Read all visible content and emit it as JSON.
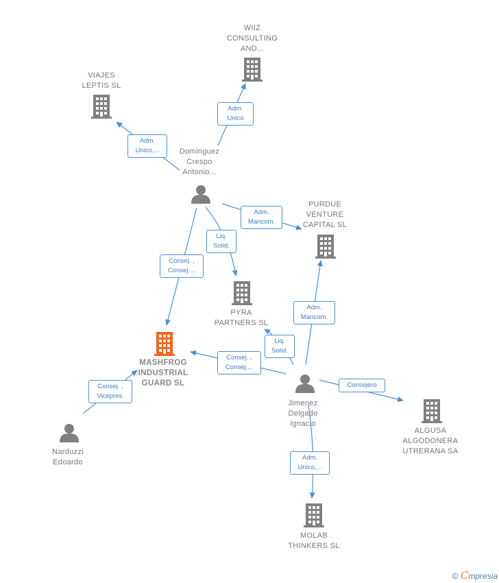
{
  "companies": {
    "wiiz": "WIIZ\nCONSULTING\nAND...",
    "viajes": "VIAJES\nLEPTIS SL",
    "purdue": "PURDUE\nVENTURE\nCAPITAL SL",
    "pyra": "PYRA\nPARTNERS SL",
    "mashfrog": "MASHFROG\nINDUSTRIAL\nGUARD SL",
    "algusa": "ALGUSA\nALGODONERA\nUTRERANA SA",
    "molab": "MOLAB\nTHINKERS SL"
  },
  "people": {
    "dominguez": "Dominguez\nCrespo\nAntonio...",
    "jimenez": "Jimenez\nDelgado\nIgnacio",
    "narduzzi": "Narduzzi\nEdoardo"
  },
  "relations": {
    "dom_wiiz": "Adm.\nUnico",
    "dom_viajes": "Adm.\nUnico,...",
    "dom_purdue": "Adm.\nMancom.",
    "dom_pyra": "Liq.\nSolid.",
    "dom_mash": "Consej. ,\nConsej....",
    "jim_purdue": "Adm.\nMancom.",
    "jim_pyra": "Liq.\nSolid.",
    "jim_mash": "Consej. ,\nConsej....",
    "jim_algusa": "Consejero",
    "jim_molab": "Adm.\nUnico,...",
    "nar_mash": "Consej. ,\nVicepres."
  },
  "footer": {
    "copyright": "©",
    "brand_initial": "C",
    "brand_rest": "mpresia"
  },
  "colors": {
    "edge": "#4a90d9",
    "icon": "#808080",
    "main_icon": "#f26522"
  }
}
